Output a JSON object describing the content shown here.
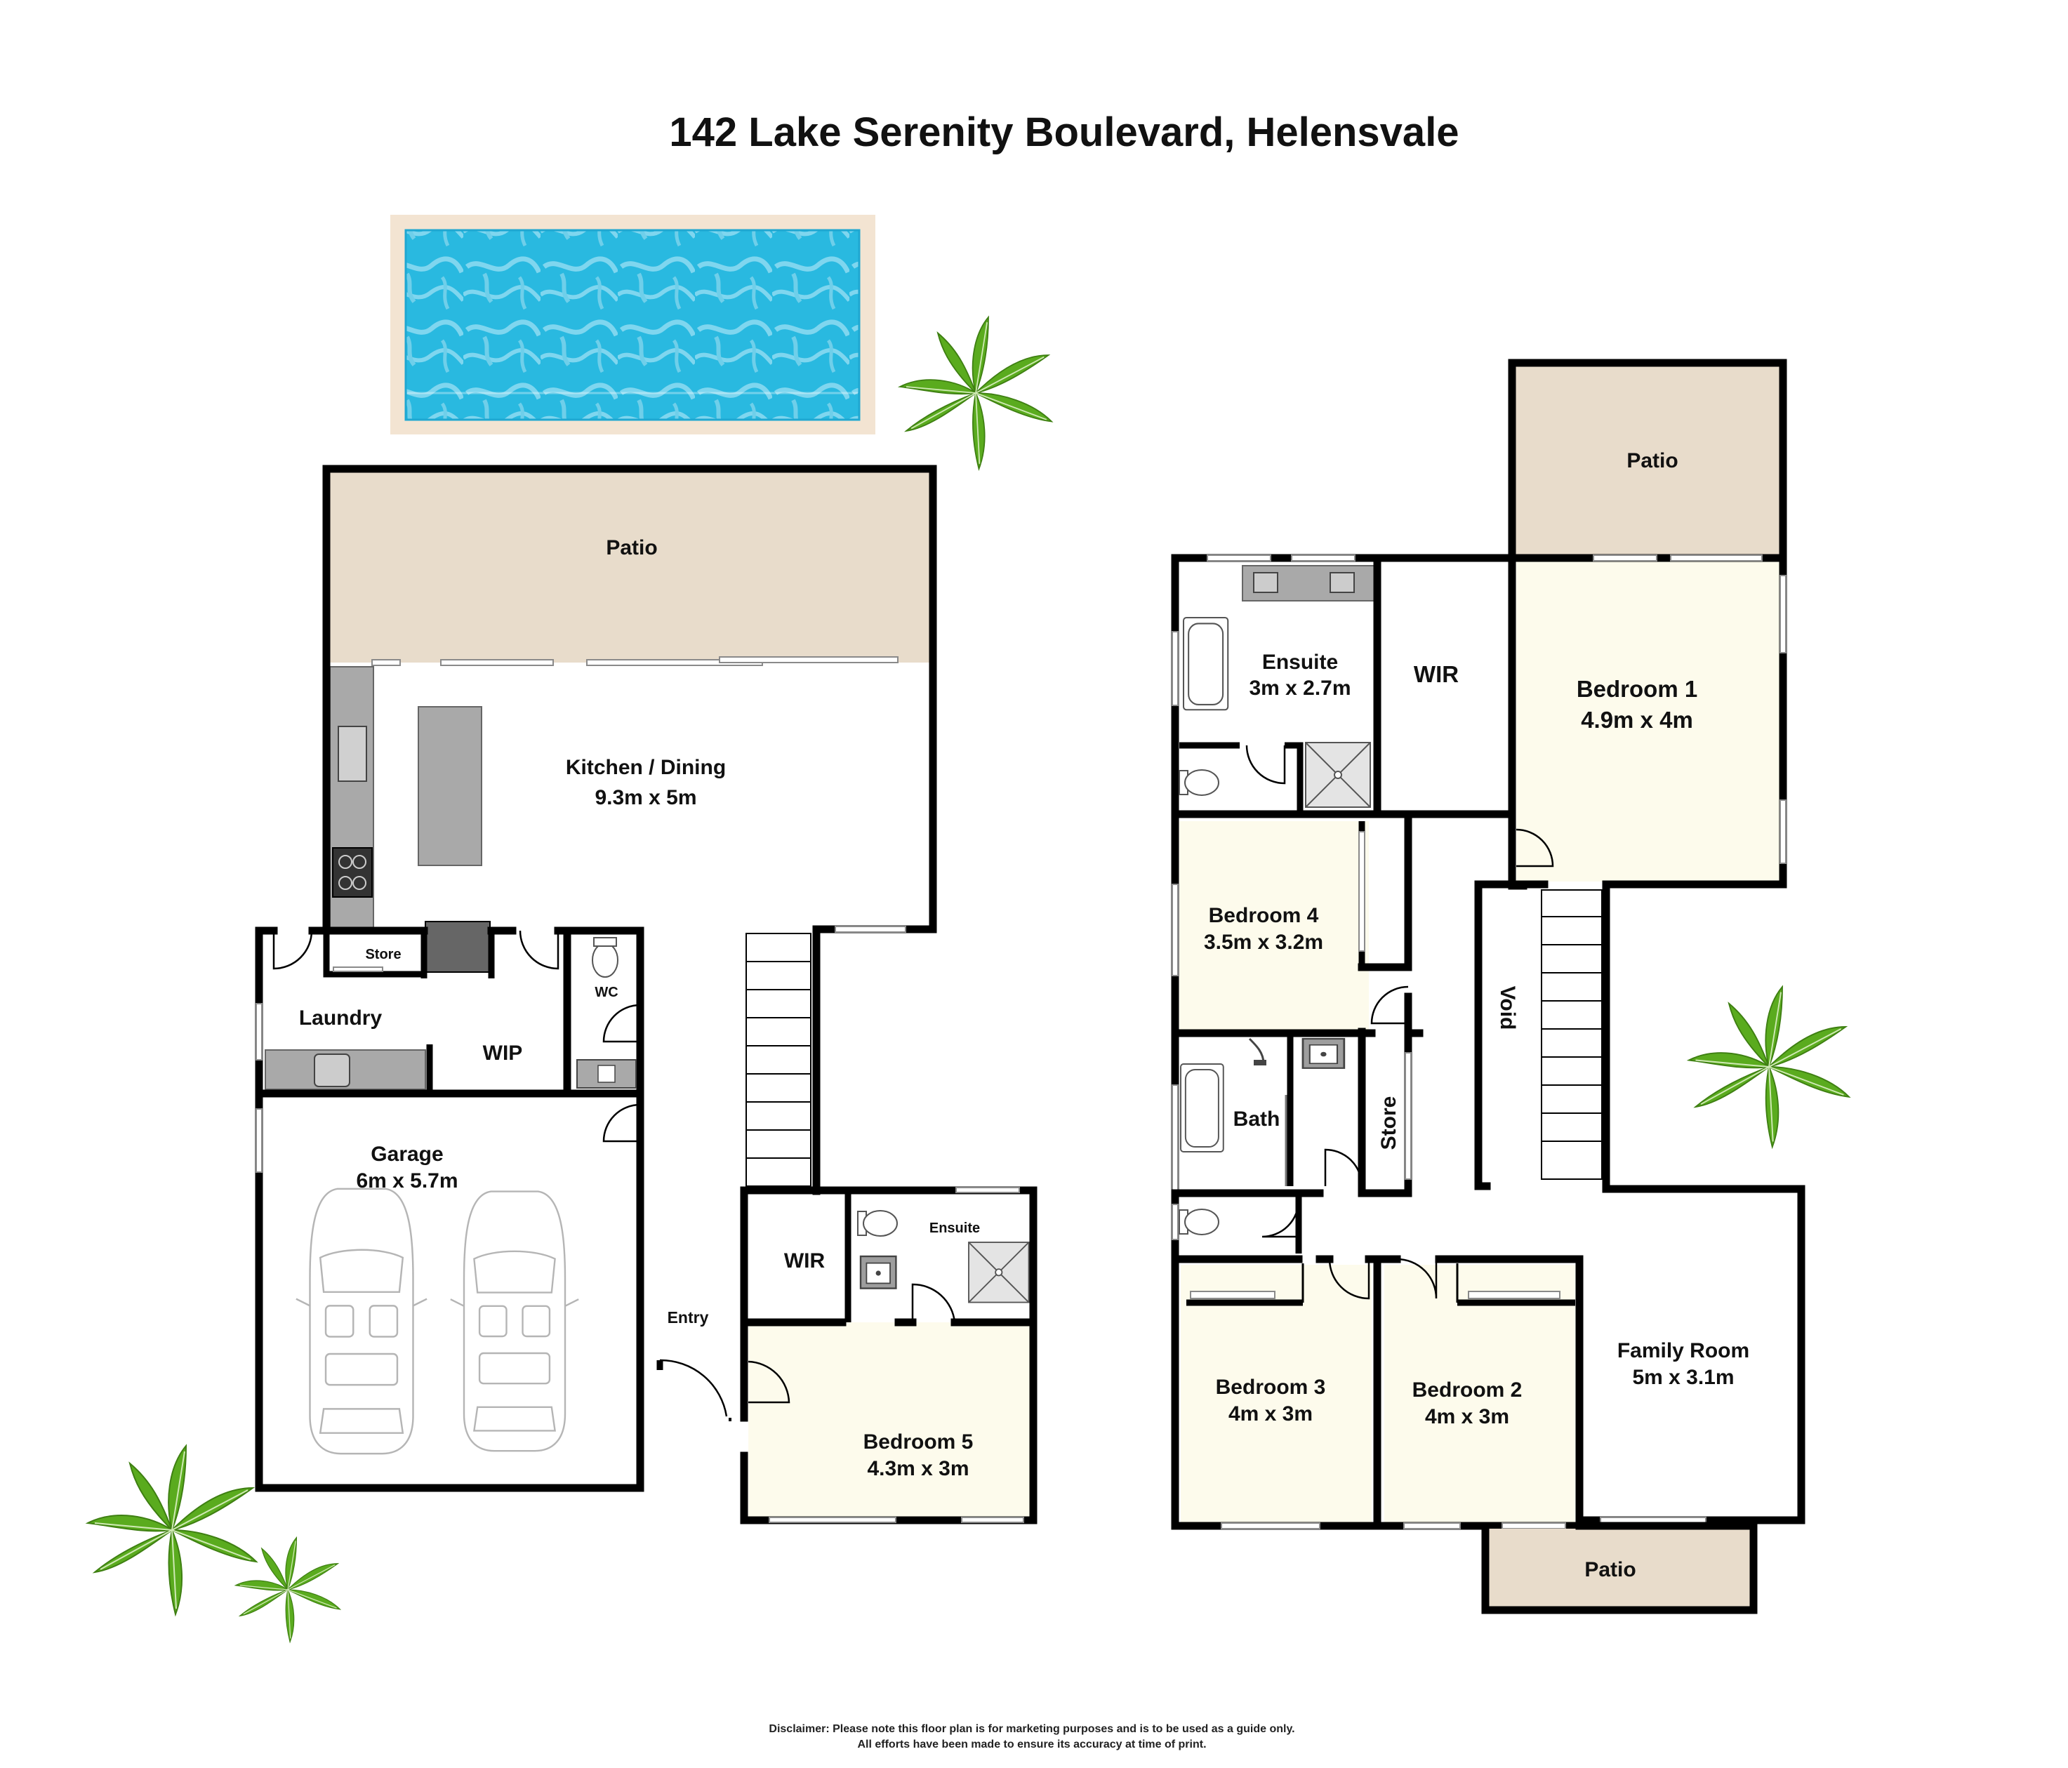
{
  "title": "142 Lake Serenity Boulevard, Helensvale",
  "ground_floor": {
    "patio": {
      "name": "Patio"
    },
    "kitchen_dining": {
      "name": "Kitchen / Dining",
      "size": "9.3m x 5m"
    },
    "store": {
      "name": "Store"
    },
    "laundry": {
      "name": "Laundry"
    },
    "wip": {
      "name": "WIP"
    },
    "wc": {
      "name": "WC"
    },
    "garage": {
      "name": "Garage",
      "size": "6m x 5.7m"
    },
    "entry": {
      "name": "Entry"
    },
    "wir": {
      "name": "WIR"
    },
    "ensuite": {
      "name": "Ensuite"
    },
    "bedroom5": {
      "name": "Bedroom 5",
      "size": "4.3m x 3m"
    }
  },
  "upper_floor": {
    "patio_top": {
      "name": "Patio"
    },
    "ensuite": {
      "name": "Ensuite",
      "size": "3m x 2.7m"
    },
    "wir": {
      "name": "WIR"
    },
    "bedroom1": {
      "name": "Bedroom 1",
      "size": "4.9m x 4m"
    },
    "bedroom4": {
      "name": "Bedroom 4",
      "size": "3.5m x 3.2m"
    },
    "void": {
      "name": "Void"
    },
    "bath": {
      "name": "Bath"
    },
    "store": {
      "name": "Store"
    },
    "bedroom3": {
      "name": "Bedroom 3",
      "size": "4m x 3m"
    },
    "bedroom2": {
      "name": "Bedroom 2",
      "size": "4m x 3m"
    },
    "family_room": {
      "name": "Family Room",
      "size": "5m x 3.1m"
    },
    "patio_bottom": {
      "name": "Patio"
    }
  },
  "disclaimer": {
    "line1": "Disclaimer: Please note this floor plan is for marketing purposes and is to be used as a guide only.",
    "line2": "All efforts have been made to ensure its accuracy at time of print."
  },
  "colors": {
    "patio_fill": "#e8dccb",
    "bedroom_fill": "#fdfbec",
    "pool_water": "#2bbbe0",
    "pool_deck": "#f3e4d2",
    "palm_green": "#5aab1e",
    "wall": "#000000",
    "fixture_grey": "#a9a9a9"
  }
}
